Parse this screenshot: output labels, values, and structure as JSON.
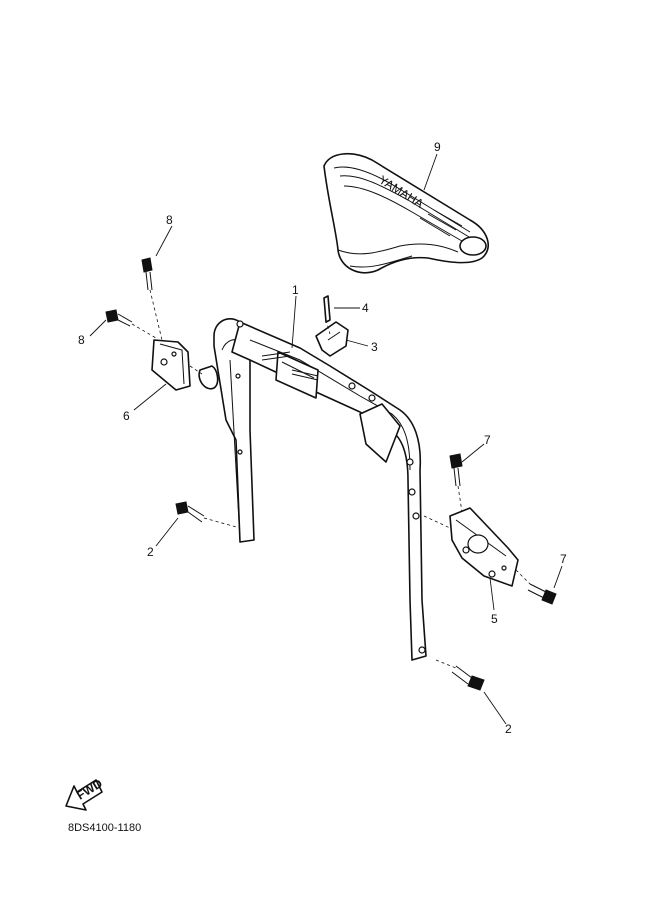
{
  "diagram": {
    "drawing_code": "8DS4100-1180",
    "fwd_label": "FWD",
    "seat_logo": "YAMAHA",
    "callouts": {
      "c1": "1",
      "c2a": "2",
      "c2b": "2",
      "c3": "3",
      "c4": "4",
      "c5": "5",
      "c6": "6",
      "c7a": "7",
      "c7b": "7",
      "c8a": "8",
      "c8b": "8",
      "c9": "9"
    }
  }
}
